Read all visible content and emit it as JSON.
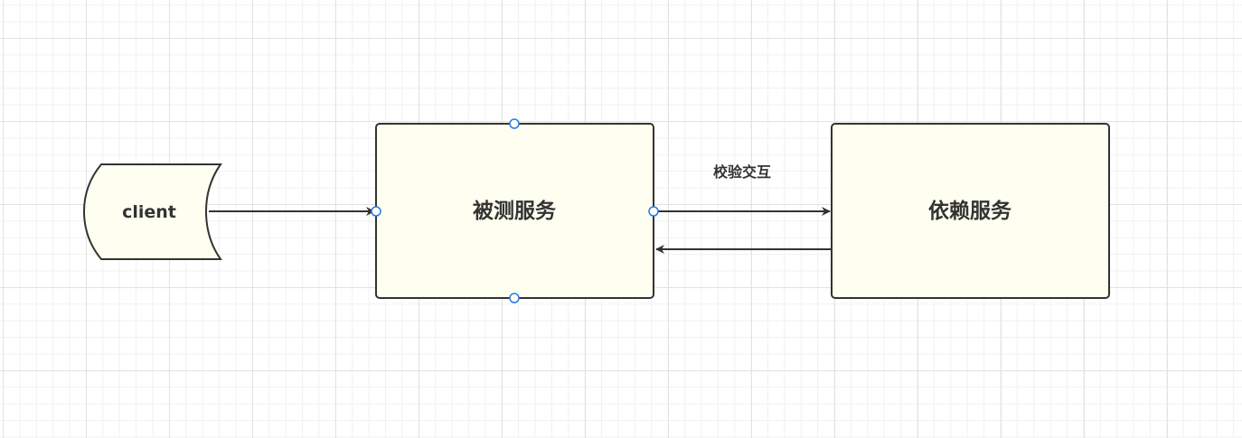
{
  "colors": {
    "node_fill": "#fefff0",
    "node_stroke": "#333333",
    "edge": "#333333",
    "handle": "#2a7ae2",
    "text": "#333333"
  },
  "nodes": {
    "client": {
      "label": "client",
      "shape": "stored-data"
    },
    "service_under_test": {
      "label": "被测服务",
      "shape": "rounded-rect",
      "selected": true
    },
    "dependency_service": {
      "label": "依赖服务",
      "shape": "rounded-rect"
    }
  },
  "edges": {
    "client_to_service": {
      "from": "client",
      "to": "service_under_test",
      "label": ""
    },
    "service_to_dependency": {
      "from": "service_under_test",
      "to": "dependency_service",
      "label": "校验交互"
    },
    "dependency_to_service": {
      "from": "dependency_service",
      "to": "service_under_test",
      "label": ""
    }
  }
}
